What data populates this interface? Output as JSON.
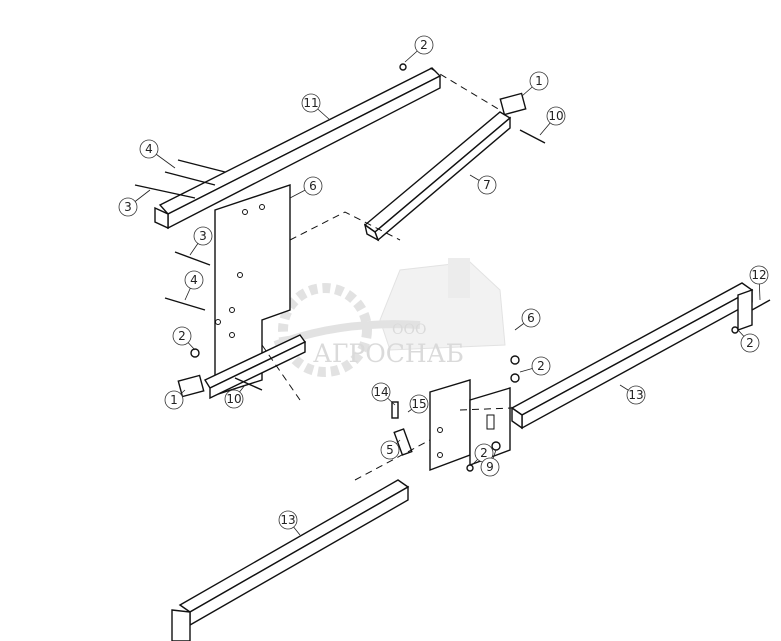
{
  "diagram": {
    "callouts": [
      "2",
      "1",
      "11",
      "10",
      "4",
      "7",
      "3",
      "6",
      "3",
      "4",
      "6",
      "12",
      "2",
      "2",
      "2",
      "13",
      "14",
      "15",
      "1",
      "10",
      "5",
      "2",
      "9",
      "13"
    ]
  },
  "watermark": {
    "company_prefix": "ООО",
    "company_name": "АГРОСНАБ"
  },
  "colors": {
    "line": "#111111",
    "watermark": "#bdbdbd"
  }
}
